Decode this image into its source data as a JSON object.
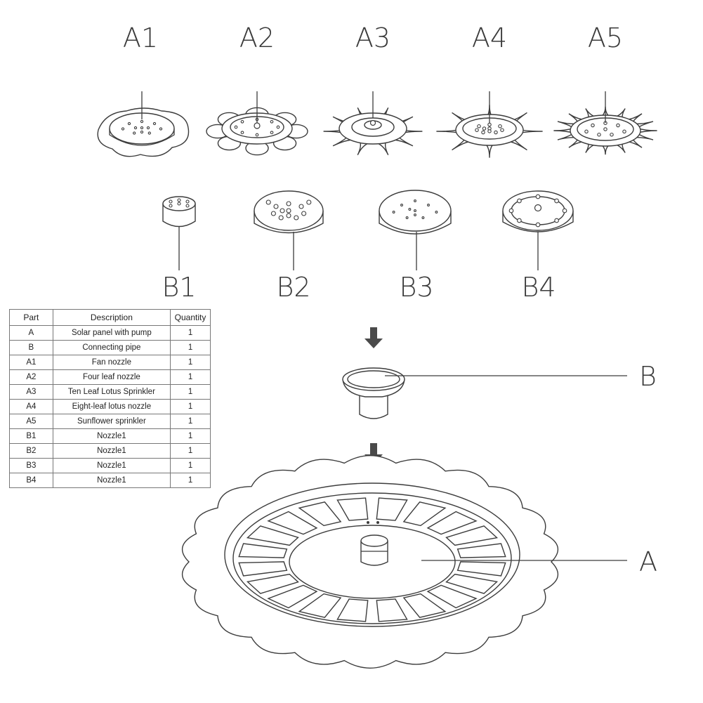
{
  "nozzle_labels_top": [
    "A1",
    "A2",
    "A3",
    "A4",
    "A5"
  ],
  "nozzle_labels_bottom": [
    "B1",
    "B2",
    "B3",
    "B4"
  ],
  "assembly_labels": {
    "pipe": "B",
    "panel": "A"
  },
  "table": {
    "headers": [
      "Part",
      "Description",
      "Quantity"
    ],
    "rows": [
      [
        "A",
        "Solar panel with pump",
        "1"
      ],
      [
        "B",
        "Connecting pipe",
        "1"
      ],
      [
        "A1",
        "Fan nozzle",
        "1"
      ],
      [
        "A2",
        "Four leaf nozzle",
        "1"
      ],
      [
        "A3",
        "Ten Leaf Lotus Sprinkler",
        "1"
      ],
      [
        "A4",
        "Eight-leaf lotus nozzle",
        "1"
      ],
      [
        "A5",
        "Sunflower sprinkler",
        "1"
      ],
      [
        "B1",
        "Nozzle1",
        "1"
      ],
      [
        "B2",
        "Nozzle1",
        "1"
      ],
      [
        "B3",
        "Nozzle1",
        "1"
      ],
      [
        "B4",
        "Nozzle1",
        "1"
      ]
    ]
  },
  "colors": {
    "line": "#3c3c3c",
    "arrow": "#4a4a4a",
    "text": "#3a3a3a"
  }
}
